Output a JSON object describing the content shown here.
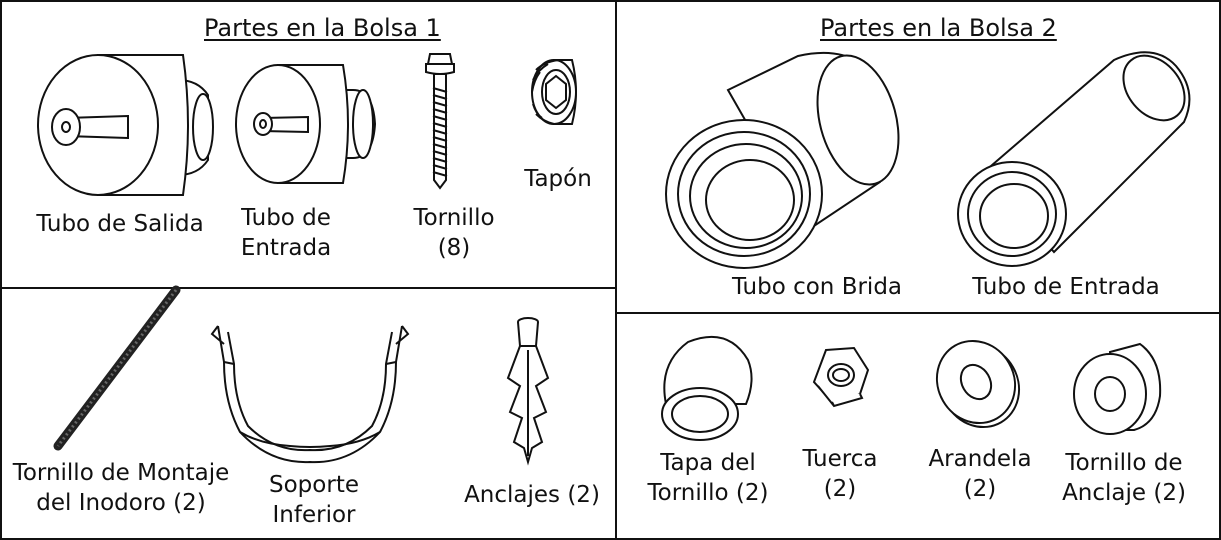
{
  "bag1": {
    "title": "Partes en la Bolsa 1",
    "parts": {
      "outlet_pipe": {
        "label": "Tubo de Salida",
        "icon": "outlet-pipe-icon"
      },
      "inlet_pipe": {
        "label_line1": "Tubo de",
        "label_line2": "Entrada",
        "icon": "inlet-pipe-icon"
      },
      "screw": {
        "label_line1": "Tornillo",
        "label_line2": "(8)",
        "icon": "screw-icon"
      },
      "plug": {
        "label": "Tapón",
        "icon": "plug-icon"
      },
      "toilet_bolt": {
        "label_line1": "Tornillo de Montaje",
        "label_line2": "del Inodoro (2)",
        "icon": "threaded-rod-icon"
      },
      "bottom_bracket": {
        "label_line1": "Soporte",
        "label_line2": "Inferior",
        "icon": "bracket-icon"
      },
      "anchors": {
        "label": "Anclajes (2)",
        "icon": "wall-anchor-icon"
      }
    }
  },
  "bag2": {
    "title": "Partes en la Bolsa 2",
    "parts": {
      "flanged_pipe": {
        "label": "Tubo con Brida",
        "icon": "flanged-pipe-icon"
      },
      "inlet_pipe": {
        "label": "Tubo de Entrada",
        "icon": "inlet-tube-icon"
      },
      "bolt_cap": {
        "label_line1": "Tapa del",
        "label_line2": "Tornillo (2)",
        "icon": "bolt-cap-icon"
      },
      "nut": {
        "label_line1": "Tuerca",
        "label_line2": "(2)",
        "icon": "hex-nut-icon"
      },
      "washer": {
        "label_line1": "Arandela",
        "label_line2": "(2)",
        "icon": "washer-icon"
      },
      "anchor_screw": {
        "label_line1": "Tornillo de",
        "label_line2": "Anclaje (2)",
        "icon": "anchor-screw-icon"
      }
    }
  }
}
